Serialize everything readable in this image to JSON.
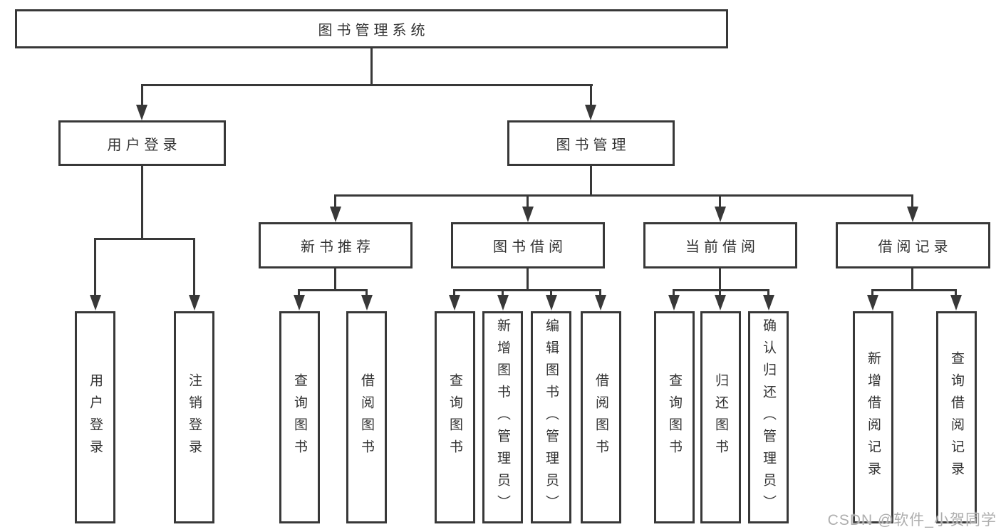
{
  "colors": {
    "line": "#383838",
    "text": "#333333",
    "watermark": "#aeaeae",
    "bg": "#ffffff"
  },
  "tree": {
    "root": {
      "label": "图书管理系统",
      "children": [
        {
          "label": "用户登录",
          "children": [
            {
              "label": "用户登录"
            },
            {
              "label": "注销登录"
            }
          ]
        },
        {
          "label": "图书管理",
          "children": [
            {
              "label": "新书推荐",
              "children": [
                {
                  "label": "查询图书"
                },
                {
                  "label": "借阅图书"
                }
              ]
            },
            {
              "label": "图书借阅",
              "children": [
                {
                  "label": "查询图书"
                },
                {
                  "label": "新增图书（管理员）"
                },
                {
                  "label": "编辑图书（管理员）"
                },
                {
                  "label": "借阅图书"
                }
              ]
            },
            {
              "label": "当前借阅",
              "children": [
                {
                  "label": "查询图书"
                },
                {
                  "label": "归还图书"
                },
                {
                  "label": "确认归还（管理员）"
                }
              ]
            },
            {
              "label": "借阅记录",
              "children": [
                {
                  "label": "新增借阅记录"
                },
                {
                  "label": "查询借阅记录"
                }
              ]
            }
          ]
        }
      ]
    }
  },
  "watermark": {
    "text": "CSDN @软件_小贺同学"
  }
}
